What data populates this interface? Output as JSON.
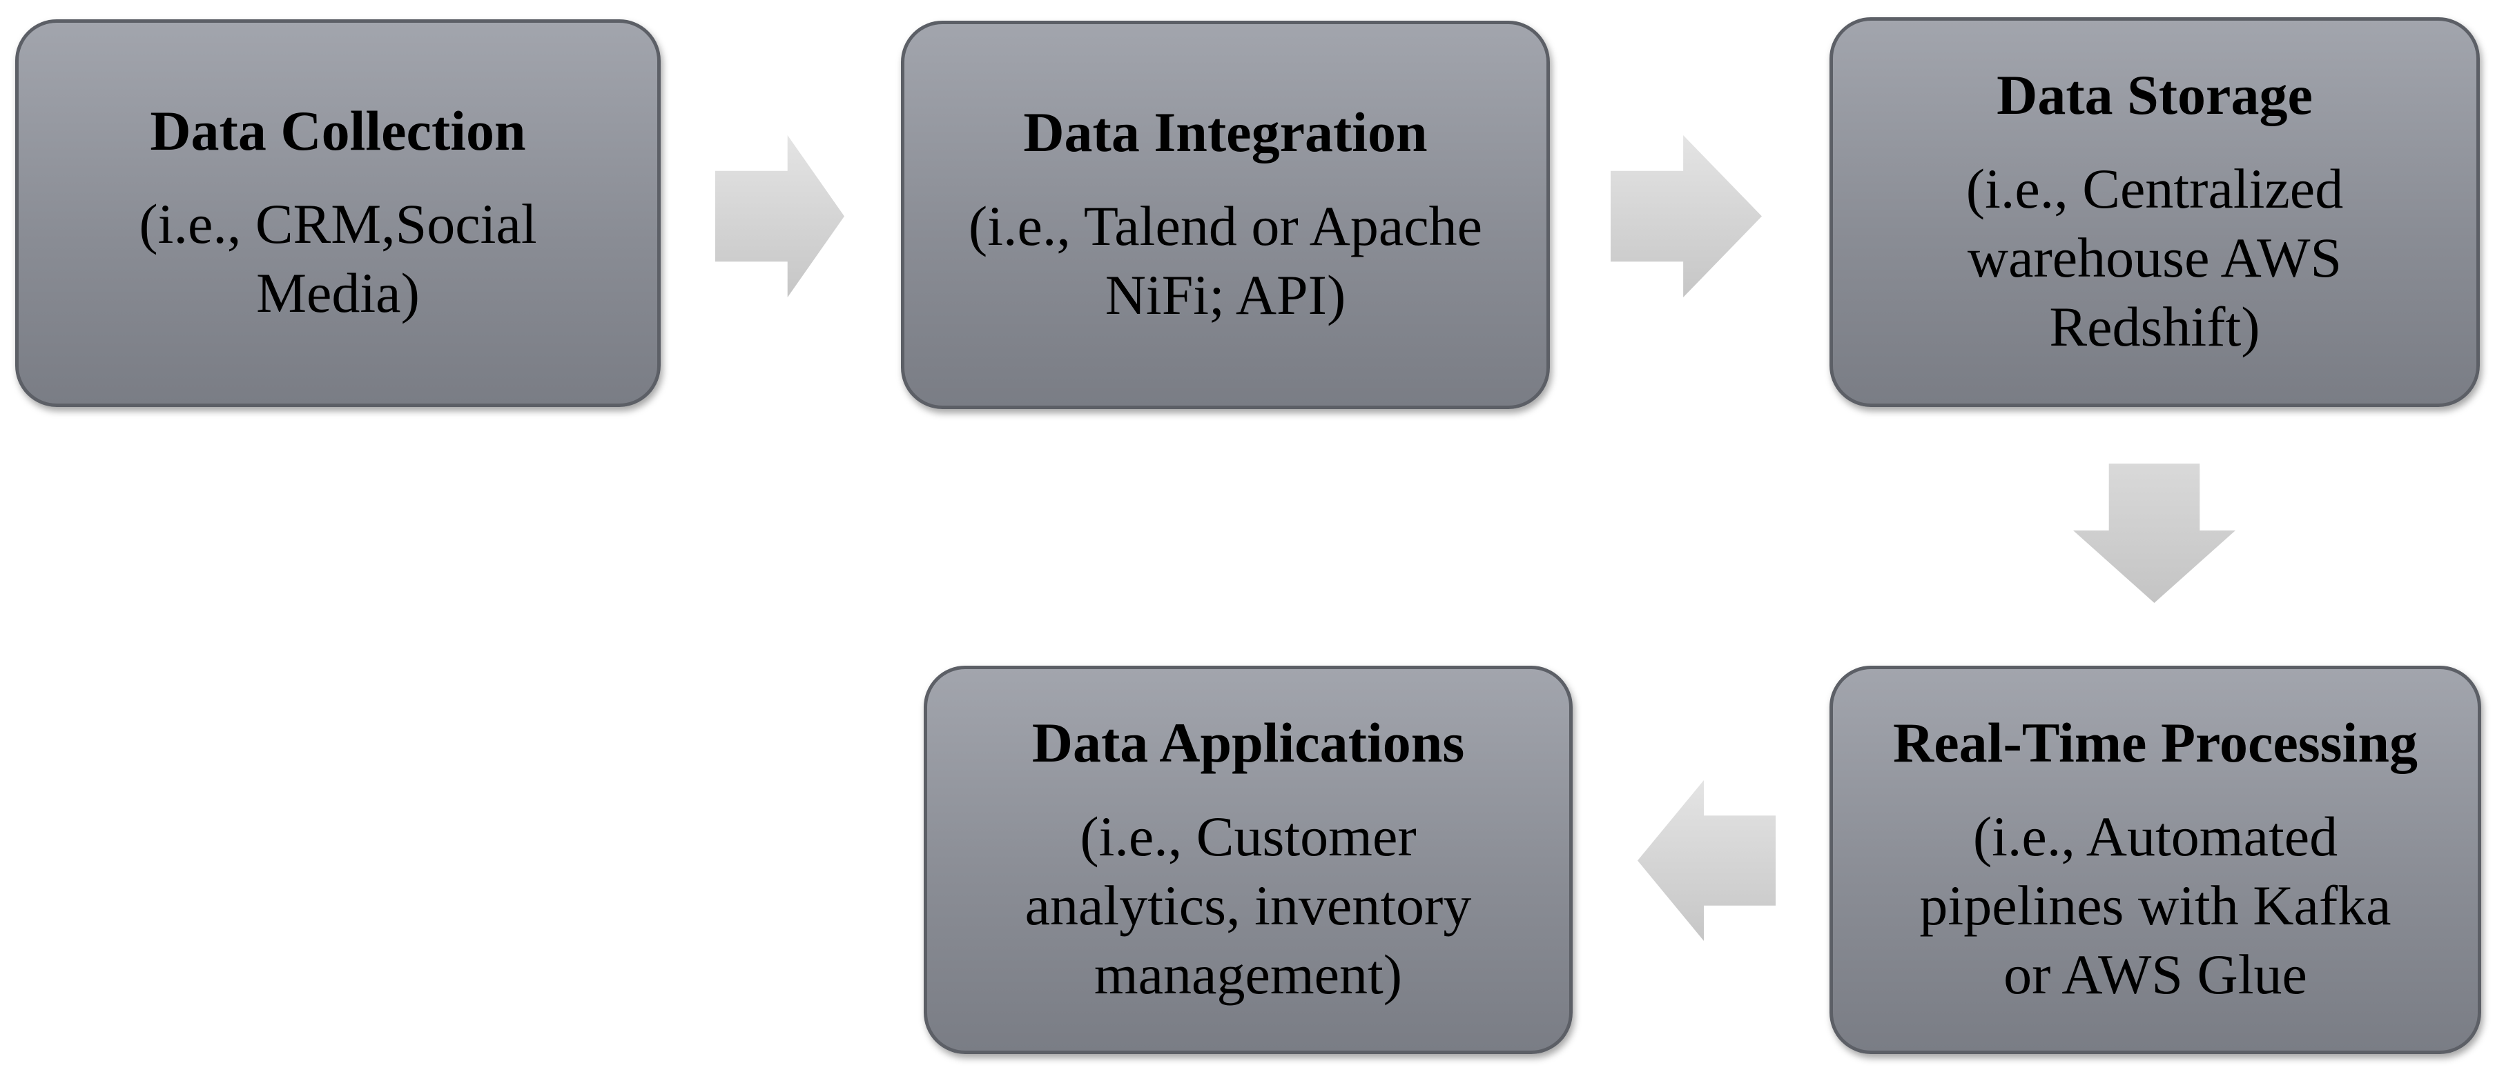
{
  "nodes": {
    "collection": {
      "title": "Data Collection",
      "desc_lines": [
        "(i.e., CRM,Social",
        "Media)"
      ]
    },
    "integration": {
      "title": "Data Integration",
      "desc_lines": [
        "(i.e., Talend or Apache",
        "NiFi; API)"
      ]
    },
    "storage": {
      "title": "Data Storage",
      "desc_lines": [
        "(i.e., Centralized",
        "warehouse AWS",
        "Redshift)"
      ]
    },
    "processing": {
      "title": "Real-Time Processing",
      "desc_lines": [
        "(i.e., Automated",
        "pipelines with Kafka",
        "or AWS Glue"
      ]
    },
    "applications": {
      "title": "Data Applications",
      "desc_lines": [
        "(i.e., Customer",
        "analytics, inventory",
        "management)"
      ]
    }
  },
  "edges": [
    {
      "from": "collection",
      "to": "integration",
      "direction": "right"
    },
    {
      "from": "integration",
      "to": "storage",
      "direction": "right"
    },
    {
      "from": "storage",
      "to": "processing",
      "direction": "down"
    },
    {
      "from": "processing",
      "to": "applications",
      "direction": "left"
    }
  ],
  "colors": {
    "box_fill_top": "#a2a5ad",
    "box_fill_bottom": "#7a7d85",
    "box_border": "#5c5f66",
    "arrow_light": "#e4e4e4",
    "arrow_dark": "#c6c6c6",
    "text": "#000000"
  }
}
